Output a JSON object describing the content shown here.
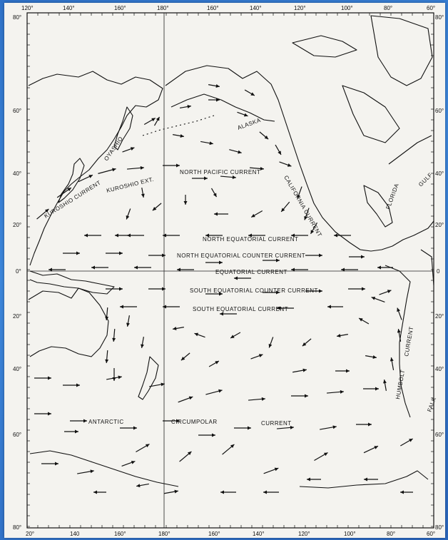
{
  "map": {
    "top_ticks": [
      "120°",
      "140°",
      "160°",
      "180°",
      "160°",
      "140°",
      "120°",
      "100°",
      "80°",
      "60°"
    ],
    "bottom_ticks": [
      "20°",
      "140",
      "160°",
      "180°",
      "160°",
      "140°",
      "120°",
      "100°",
      "80°",
      "60°"
    ],
    "left_ticks": [
      "80°",
      "60°",
      "40°",
      "20°",
      "0°",
      "20°",
      "40°",
      "60°",
      "80°"
    ],
    "right_ticks": [
      "80°",
      "60°",
      "40°",
      "20°",
      "0",
      "20°",
      "40°",
      "60°",
      "80°"
    ],
    "labels": {
      "kuroshio_current": "KUROSHIO CURRENT",
      "kuroshio_ext": "KUROSHIO EXT.",
      "oyashio": "OYASHIO",
      "alaska": "ALASKA",
      "north_pacific": "NORTH PACIFIC CURRENT",
      "california": "CALIFORNIA CURRENT",
      "florida": "FLORIDA",
      "gulf": "GULF",
      "north_equatorial": "NORTH EQUATORIAL CURRENT",
      "north_equatorial_counter": "NORTH EQUATORIAL COUNTER CURRENT",
      "equatorial": "EQUATORIAL CURRENT",
      "south_equatorial_counter": "SOUTH EQUATORIAL COUNTER CURRENT",
      "south_equatorial": "SOUTH EQUATORIAL CURRENT",
      "humbolt": "HUMBOLT",
      "humbolt_current": "CURRENT",
      "antarctic": "ANTARCTIC",
      "circumpolar": "CIRCUMPOLAR",
      "antarctic_current": "CURRENT",
      "falk": "FALK"
    }
  }
}
